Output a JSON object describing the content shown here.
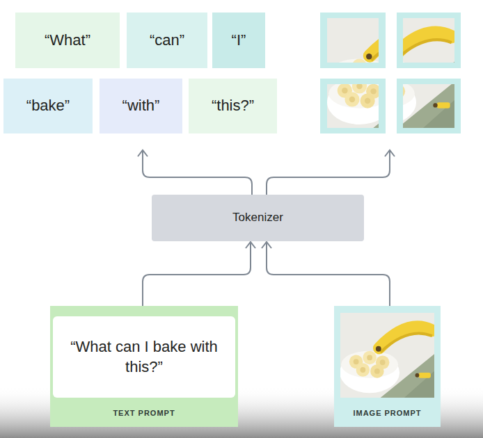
{
  "diagram": {
    "nodes": [
      {
        "text": [
          "“What”"
        ]
      },
      {
        "text": [
          "“can”"
        ]
      },
      {
        "text": [
          "“I”"
        ]
      },
      {
        "text": [
          "“bake”"
        ]
      },
      {
        "text": [
          "“with”"
        ]
      },
      {
        "text": [
          "“this?”"
        ]
      },
      {
        "text": [
          "Tokenizer"
        ]
      },
      {
        "text": [
          "TEXT PROMPT"
        ]
      },
      {
        "text": [
          "“What can I bake with this?”"
        ],
        "in": 7
      },
      {
        "text": [
          "IMAGE PROMPT"
        ]
      }
    ],
    "edges": [
      {
        "from": 7,
        "to": 6,
        "arrow": "to"
      },
      {
        "from": 9,
        "to": 6,
        "arrow": "to"
      }
    ]
  }
}
